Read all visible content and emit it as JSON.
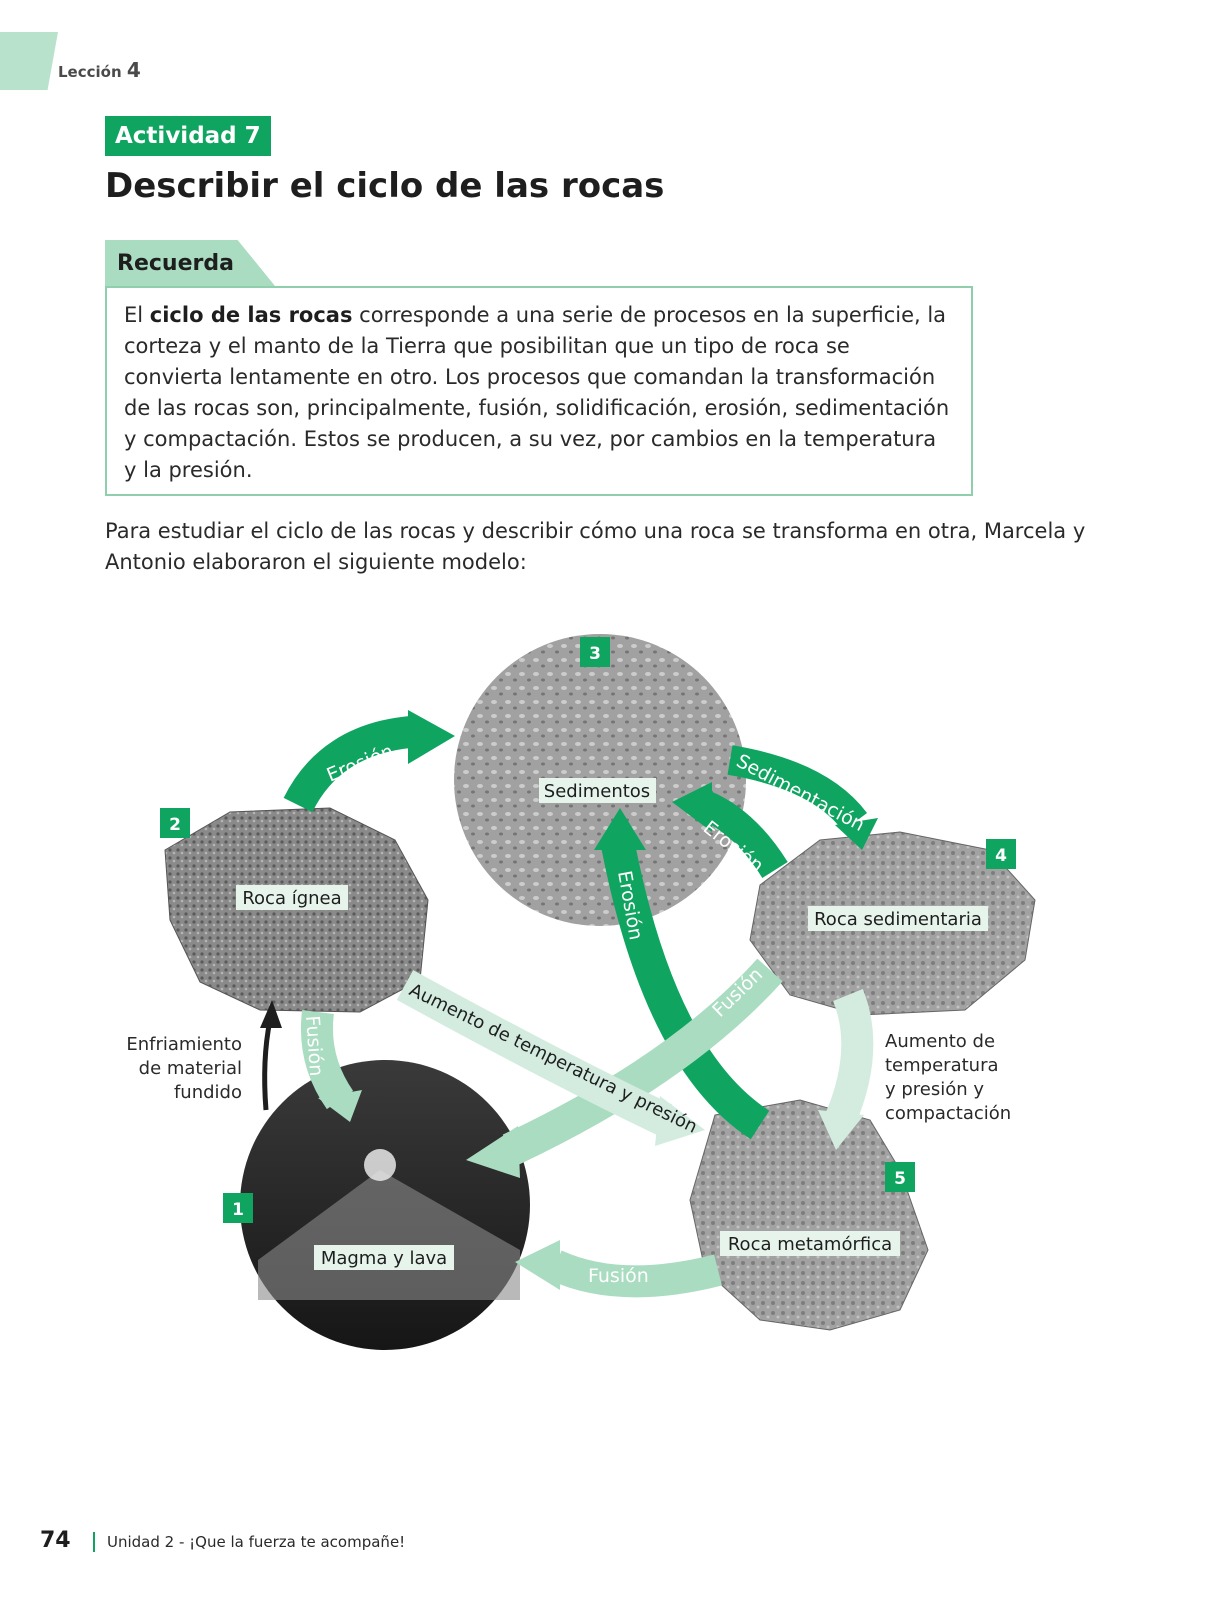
{
  "header": {
    "leccion_label": "Lección",
    "leccion_num": "4"
  },
  "activity": {
    "badge": "Actividad 7",
    "title": "Describir el ciclo de las rocas"
  },
  "recuerda": {
    "label": "Recuerda",
    "bold_term": "ciclo de las rocas",
    "text_before": "El ",
    "text_after": " corresponde a una serie de procesos en la superficie, la corteza y el manto de la Tierra que posibilitan que un tipo de roca se convierta lentamente en otro. Los procesos que comandan la transformación de las rocas son, principalmente, fusión, solidificación, erosión, sedimentación y compactación. Estos se producen, a su vez, por cambios en la temperatura y la presión."
  },
  "intro": "Para estudiar el ciclo de las rocas y describir cómo una roca se transforma en otra, Marcela y Antonio elaboraron el siguiente modelo:",
  "diagram": {
    "nodes": [
      {
        "num": "1",
        "label": "Magma y lava"
      },
      {
        "num": "2",
        "label": "Roca ígnea"
      },
      {
        "num": "3",
        "label": "Sedimentos"
      },
      {
        "num": "4",
        "label": "Roca sedimentaria"
      },
      {
        "num": "5",
        "label": "Roca metamórfica"
      }
    ],
    "arrows": {
      "erosion_top": "Erosión",
      "sedimentacion": "Sedimentación",
      "erosion_right": "Erosión",
      "erosion_center": "Erosión",
      "fusion_left": "Fusión",
      "fusion_diag": "Fusión",
      "fusion_bottom": "Fusión",
      "aumento_diag": "Aumento de temperatura y presión"
    },
    "enfriamiento": [
      "Enfriamiento",
      "de material",
      "fundido"
    ],
    "compactacion": [
      "Aumento de",
      "temperatura",
      "y presión y",
      "compactación"
    ]
  },
  "footer": {
    "page": "74",
    "unit": "Unidad 2 - ¡Que la fuerza te acompañe!"
  },
  "colors": {
    "green": "#0fa560",
    "light_green": "#a9dcc0",
    "pale_green": "#d3ecdf"
  }
}
